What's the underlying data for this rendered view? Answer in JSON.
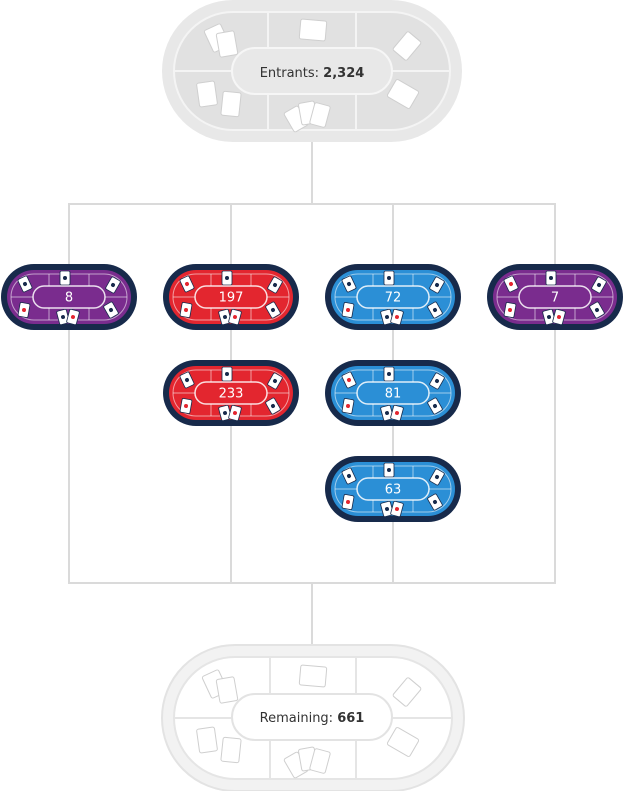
{
  "top_table": {
    "label": "Entrants: ",
    "value": "2,324"
  },
  "bottom_table": {
    "label": "Remaining: ",
    "value": "661"
  },
  "colors": {
    "purple": "#7a2c8e",
    "red": "#e3262f",
    "blue": "#2b8fd6",
    "rim": "#172a4b",
    "gray_table": "#e6e6e6",
    "gray_line": "#d4d4d4",
    "connector": "#dadada"
  },
  "tables": [
    {
      "id": "purple-1",
      "value": "8",
      "color": "purple"
    },
    {
      "id": "red-1",
      "value": "197",
      "color": "red"
    },
    {
      "id": "blue-1",
      "value": "72",
      "color": "blue"
    },
    {
      "id": "purple-2",
      "value": "7",
      "color": "purple"
    },
    {
      "id": "red-2",
      "value": "233",
      "color": "red"
    },
    {
      "id": "blue-2",
      "value": "81",
      "color": "blue"
    },
    {
      "id": "blue-3",
      "value": "63",
      "color": "blue"
    }
  ]
}
